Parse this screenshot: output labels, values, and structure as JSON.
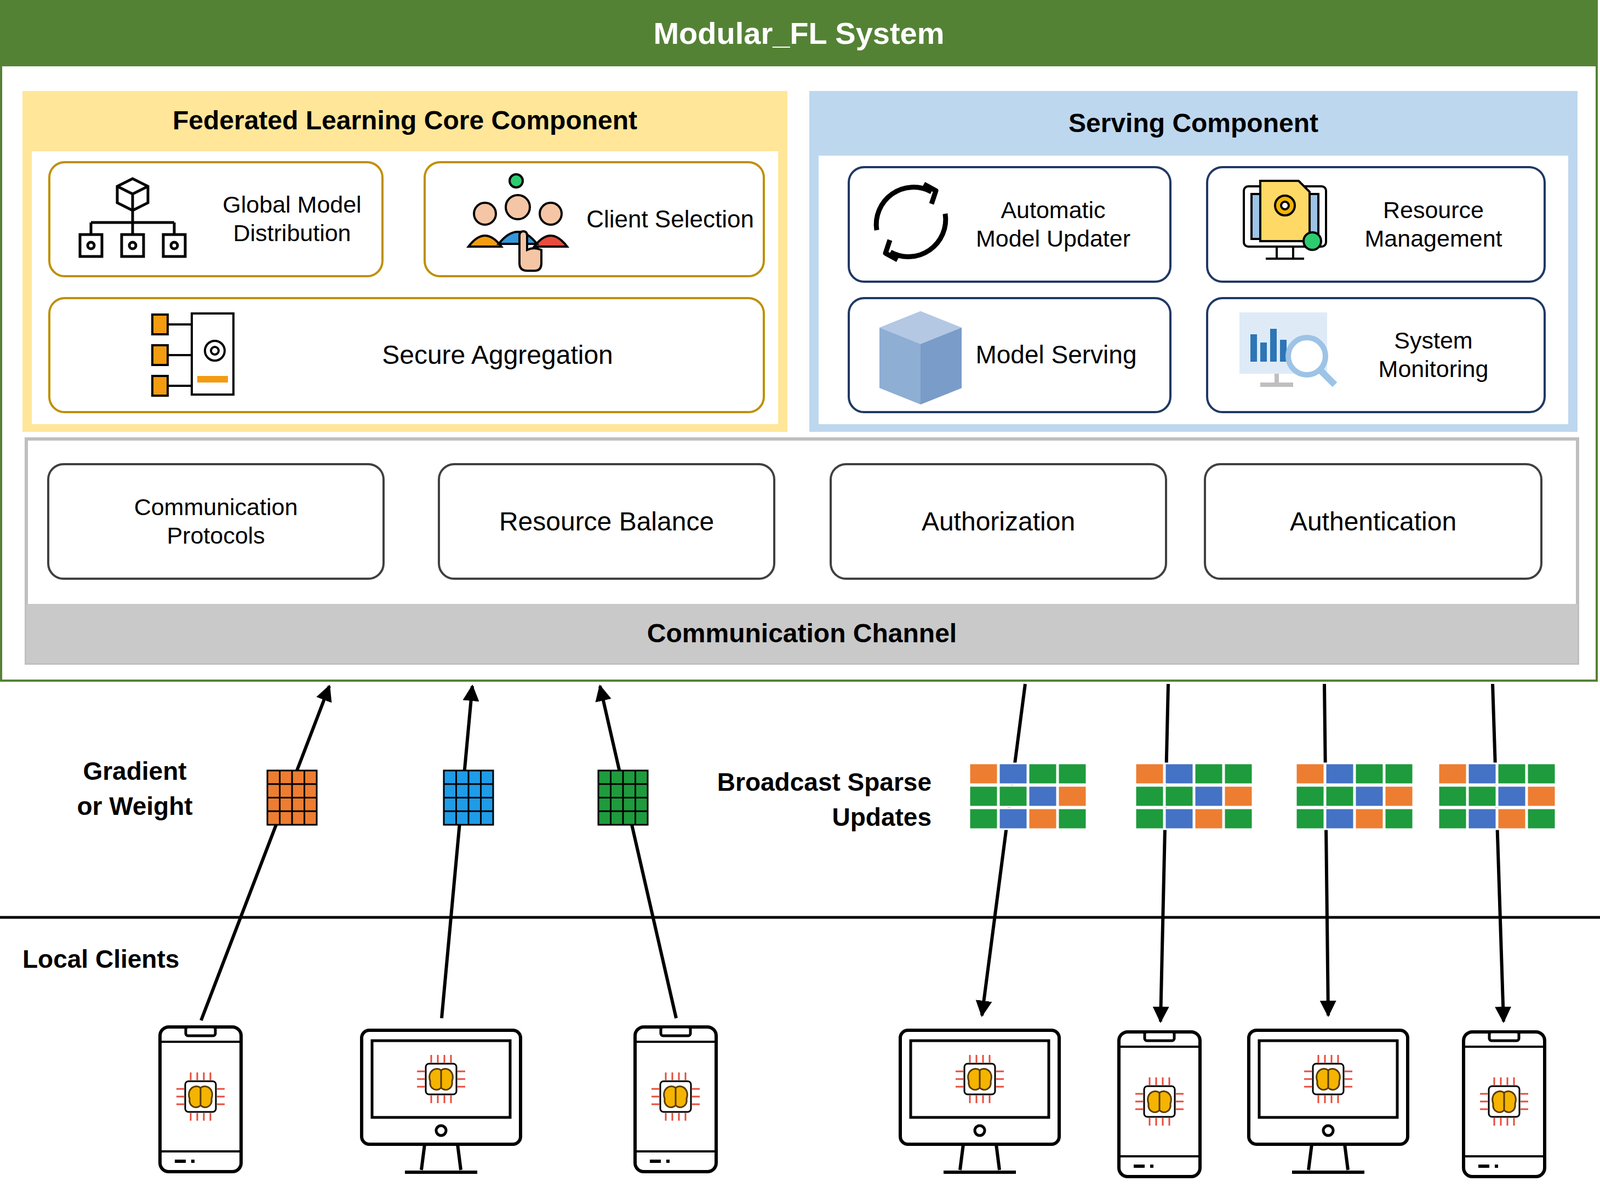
{
  "diagram": {
    "nodes": [
      {
        "text": [
          "Modular_FL System"
        ]
      },
      {
        "text": [
          "Federated Learning Core Component"
        ],
        "in": 0
      },
      {
        "text": [
          "Global Model Distribution"
        ],
        "in": 1
      },
      {
        "text": [
          "Client Selection"
        ],
        "in": 1
      },
      {
        "text": [
          "Secure Aggregation"
        ],
        "in": 1
      },
      {
        "text": [
          "Serving Component"
        ],
        "in": 0
      },
      {
        "text": [
          "Automatic Model Updater"
        ],
        "in": 5
      },
      {
        "text": [
          "Resource Management"
        ],
        "in": 5
      },
      {
        "text": [
          "Model Serving"
        ],
        "in": 5
      },
      {
        "text": [
          "System Monitoring"
        ],
        "in": 5
      },
      {
        "text": [
          "Communication Channel"
        ],
        "in": 0
      },
      {
        "text": [
          "Communication Protocols"
        ],
        "in": 10
      },
      {
        "text": [
          "Resource Balance"
        ],
        "in": 10
      },
      {
        "text": [
          "Authorization"
        ],
        "in": 10
      },
      {
        "text": [
          "Authentication"
        ],
        "in": 10
      }
    ],
    "labels": [
      "Gradient or Weight",
      "Broadcast Sparse Updates",
      "Local Clients"
    ]
  }
}
